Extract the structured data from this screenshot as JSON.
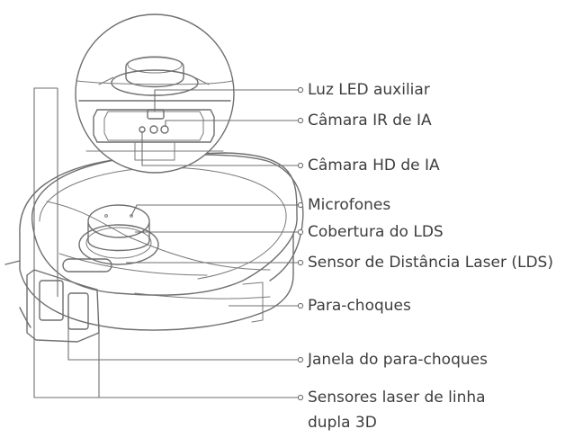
{
  "labels": {
    "led": "Luz LED auxiliar",
    "ir_camera": "Câmara IR de IA",
    "hd_camera": "Câmara HD de IA",
    "microphones": "Microfones",
    "lds_cover": "Cobertura do LDS",
    "lds_sensor": "Sensor de Distância Laser (LDS)",
    "bumper": "Para-choques",
    "bumper_window": "Janela do para-choques",
    "laser_sensors_line1": "Sensores laser de linha",
    "laser_sensors_line2": "dupla 3D"
  },
  "colors": {
    "line": "#6f6f6f",
    "text": "#3d3d3d",
    "background": "#ffffff"
  }
}
